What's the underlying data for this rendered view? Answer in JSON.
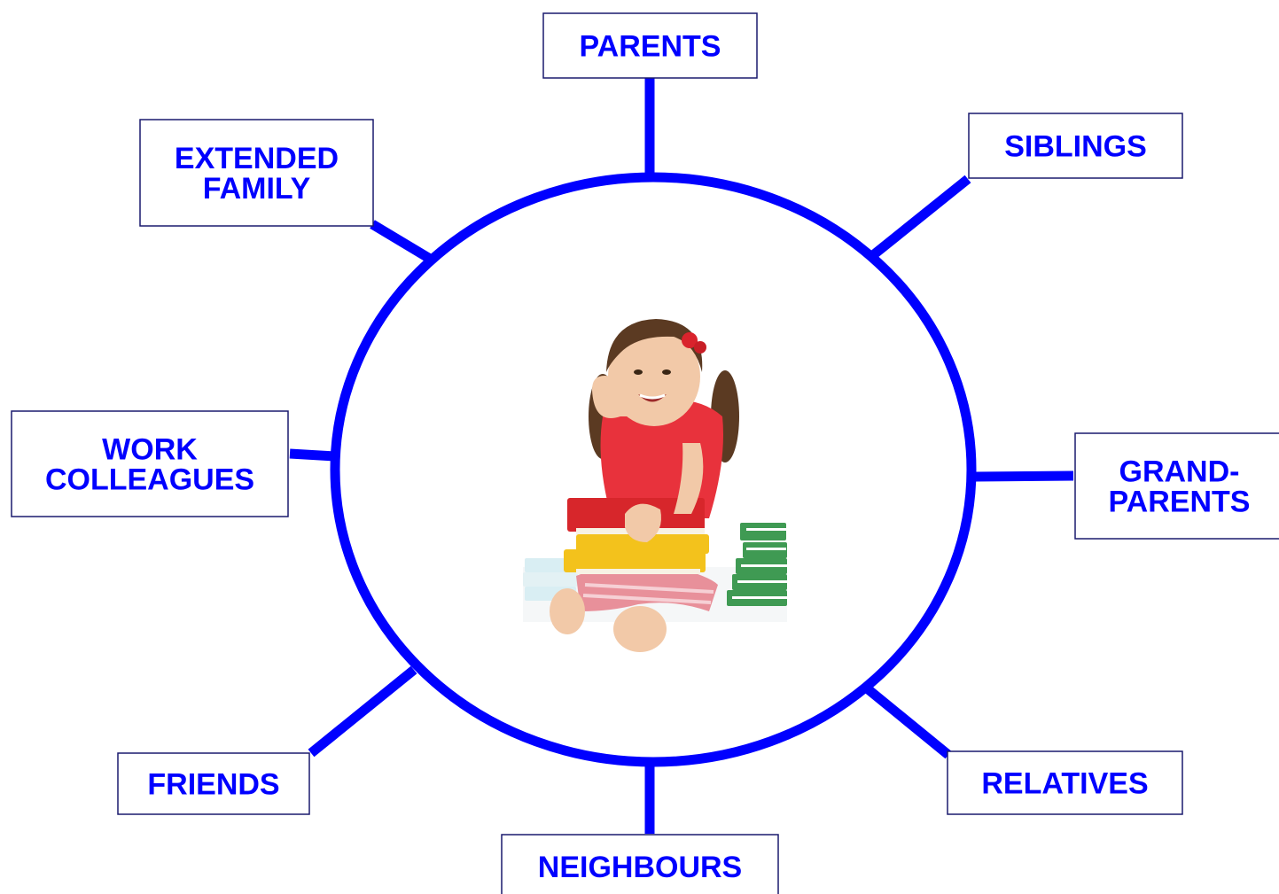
{
  "diagram": {
    "colors": {
      "ring": "#0000ff",
      "text": "#0000ff",
      "box_border": "#1a1a6e",
      "box_fill": "#ffffff",
      "shirt": "#e8323c",
      "skin": "#f2c9a8",
      "hair": "#5b3a22",
      "book_red": "#d7262b",
      "book_yellow": "#f3c21c",
      "book_green": "#3f9a53"
    },
    "center": {
      "image": "smiling-girl-with-books"
    },
    "nodes": [
      {
        "id": "parents",
        "lines": [
          "PARENTS"
        ]
      },
      {
        "id": "siblings",
        "lines": [
          "SIBLINGS"
        ]
      },
      {
        "id": "grandparents",
        "lines": [
          "GRAND-",
          "PARENTS"
        ]
      },
      {
        "id": "relatives",
        "lines": [
          "RELATIVES"
        ]
      },
      {
        "id": "neighbours",
        "lines": [
          "NEIGHBOURS"
        ]
      },
      {
        "id": "friends",
        "lines": [
          "FRIENDS"
        ]
      },
      {
        "id": "work-colleagues",
        "lines": [
          "WORK",
          "COLLEAGUES"
        ]
      },
      {
        "id": "extended-family",
        "lines": [
          "EXTENDED",
          "FAMILY"
        ]
      }
    ]
  }
}
